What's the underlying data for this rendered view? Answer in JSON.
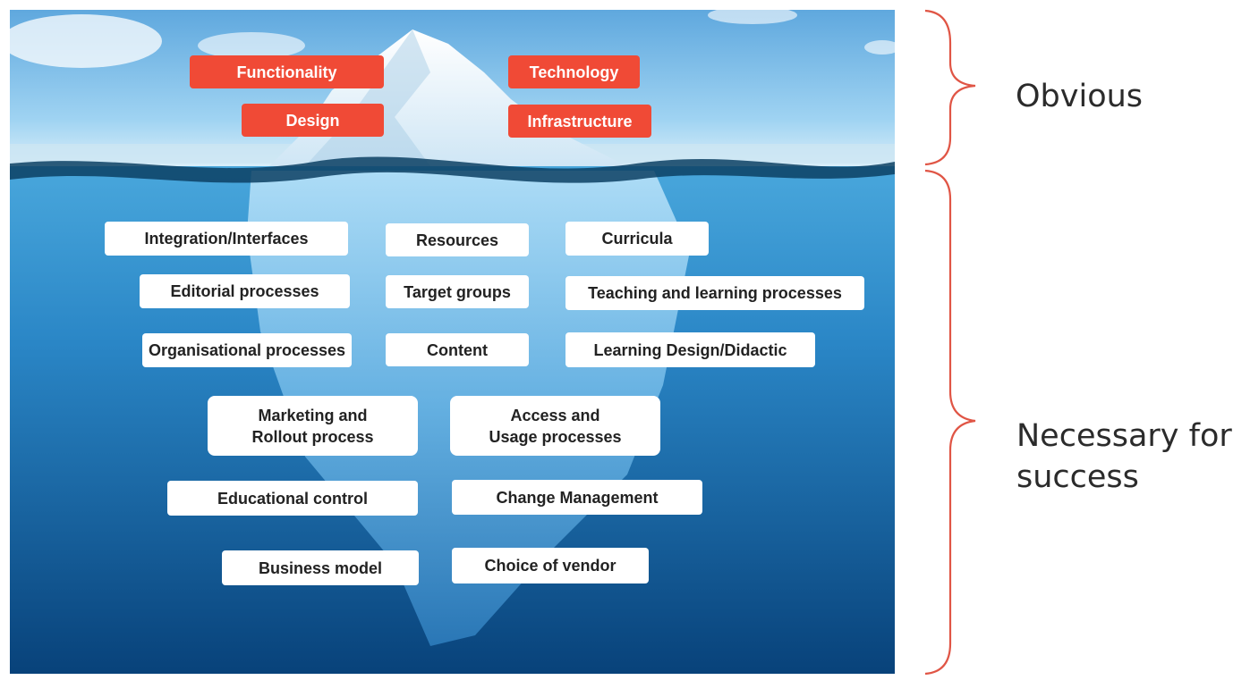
{
  "above_water": [
    {
      "key": "functionality",
      "text": "Functionality"
    },
    {
      "key": "technology",
      "text": "Technology"
    },
    {
      "key": "design",
      "text": "Design"
    },
    {
      "key": "infrastructure",
      "text": "Infrastructure"
    }
  ],
  "below_water": [
    {
      "key": "integration",
      "text": "Integration/Interfaces"
    },
    {
      "key": "resources",
      "text": "Resources"
    },
    {
      "key": "curricula",
      "text": "Curricula"
    },
    {
      "key": "editorial",
      "text": "Editorial processes"
    },
    {
      "key": "target_groups",
      "text": "Target groups"
    },
    {
      "key": "teaching",
      "text": "Teaching and learning processes"
    },
    {
      "key": "organisational",
      "text": "Organisational processes"
    },
    {
      "key": "content",
      "text": "Content"
    },
    {
      "key": "learning_design",
      "text": "Learning Design/Didactic"
    },
    {
      "key": "marketing",
      "text": "Marketing and\nRollout process"
    },
    {
      "key": "access",
      "text": "Access and\nUsage processes"
    },
    {
      "key": "educational_control",
      "text": "Educational control"
    },
    {
      "key": "change_management",
      "text": "Change Management"
    },
    {
      "key": "business_model",
      "text": "Business model"
    },
    {
      "key": "vendor",
      "text": "Choice of vendor"
    }
  ],
  "side": {
    "obvious": "Obvious",
    "necessary": "Necessary for\nsuccess"
  },
  "colors": {
    "accent_red": "#f04a36",
    "brace": "#e05545",
    "sky": "#8ec9ee",
    "ocean_deep": "#0a4a82"
  }
}
